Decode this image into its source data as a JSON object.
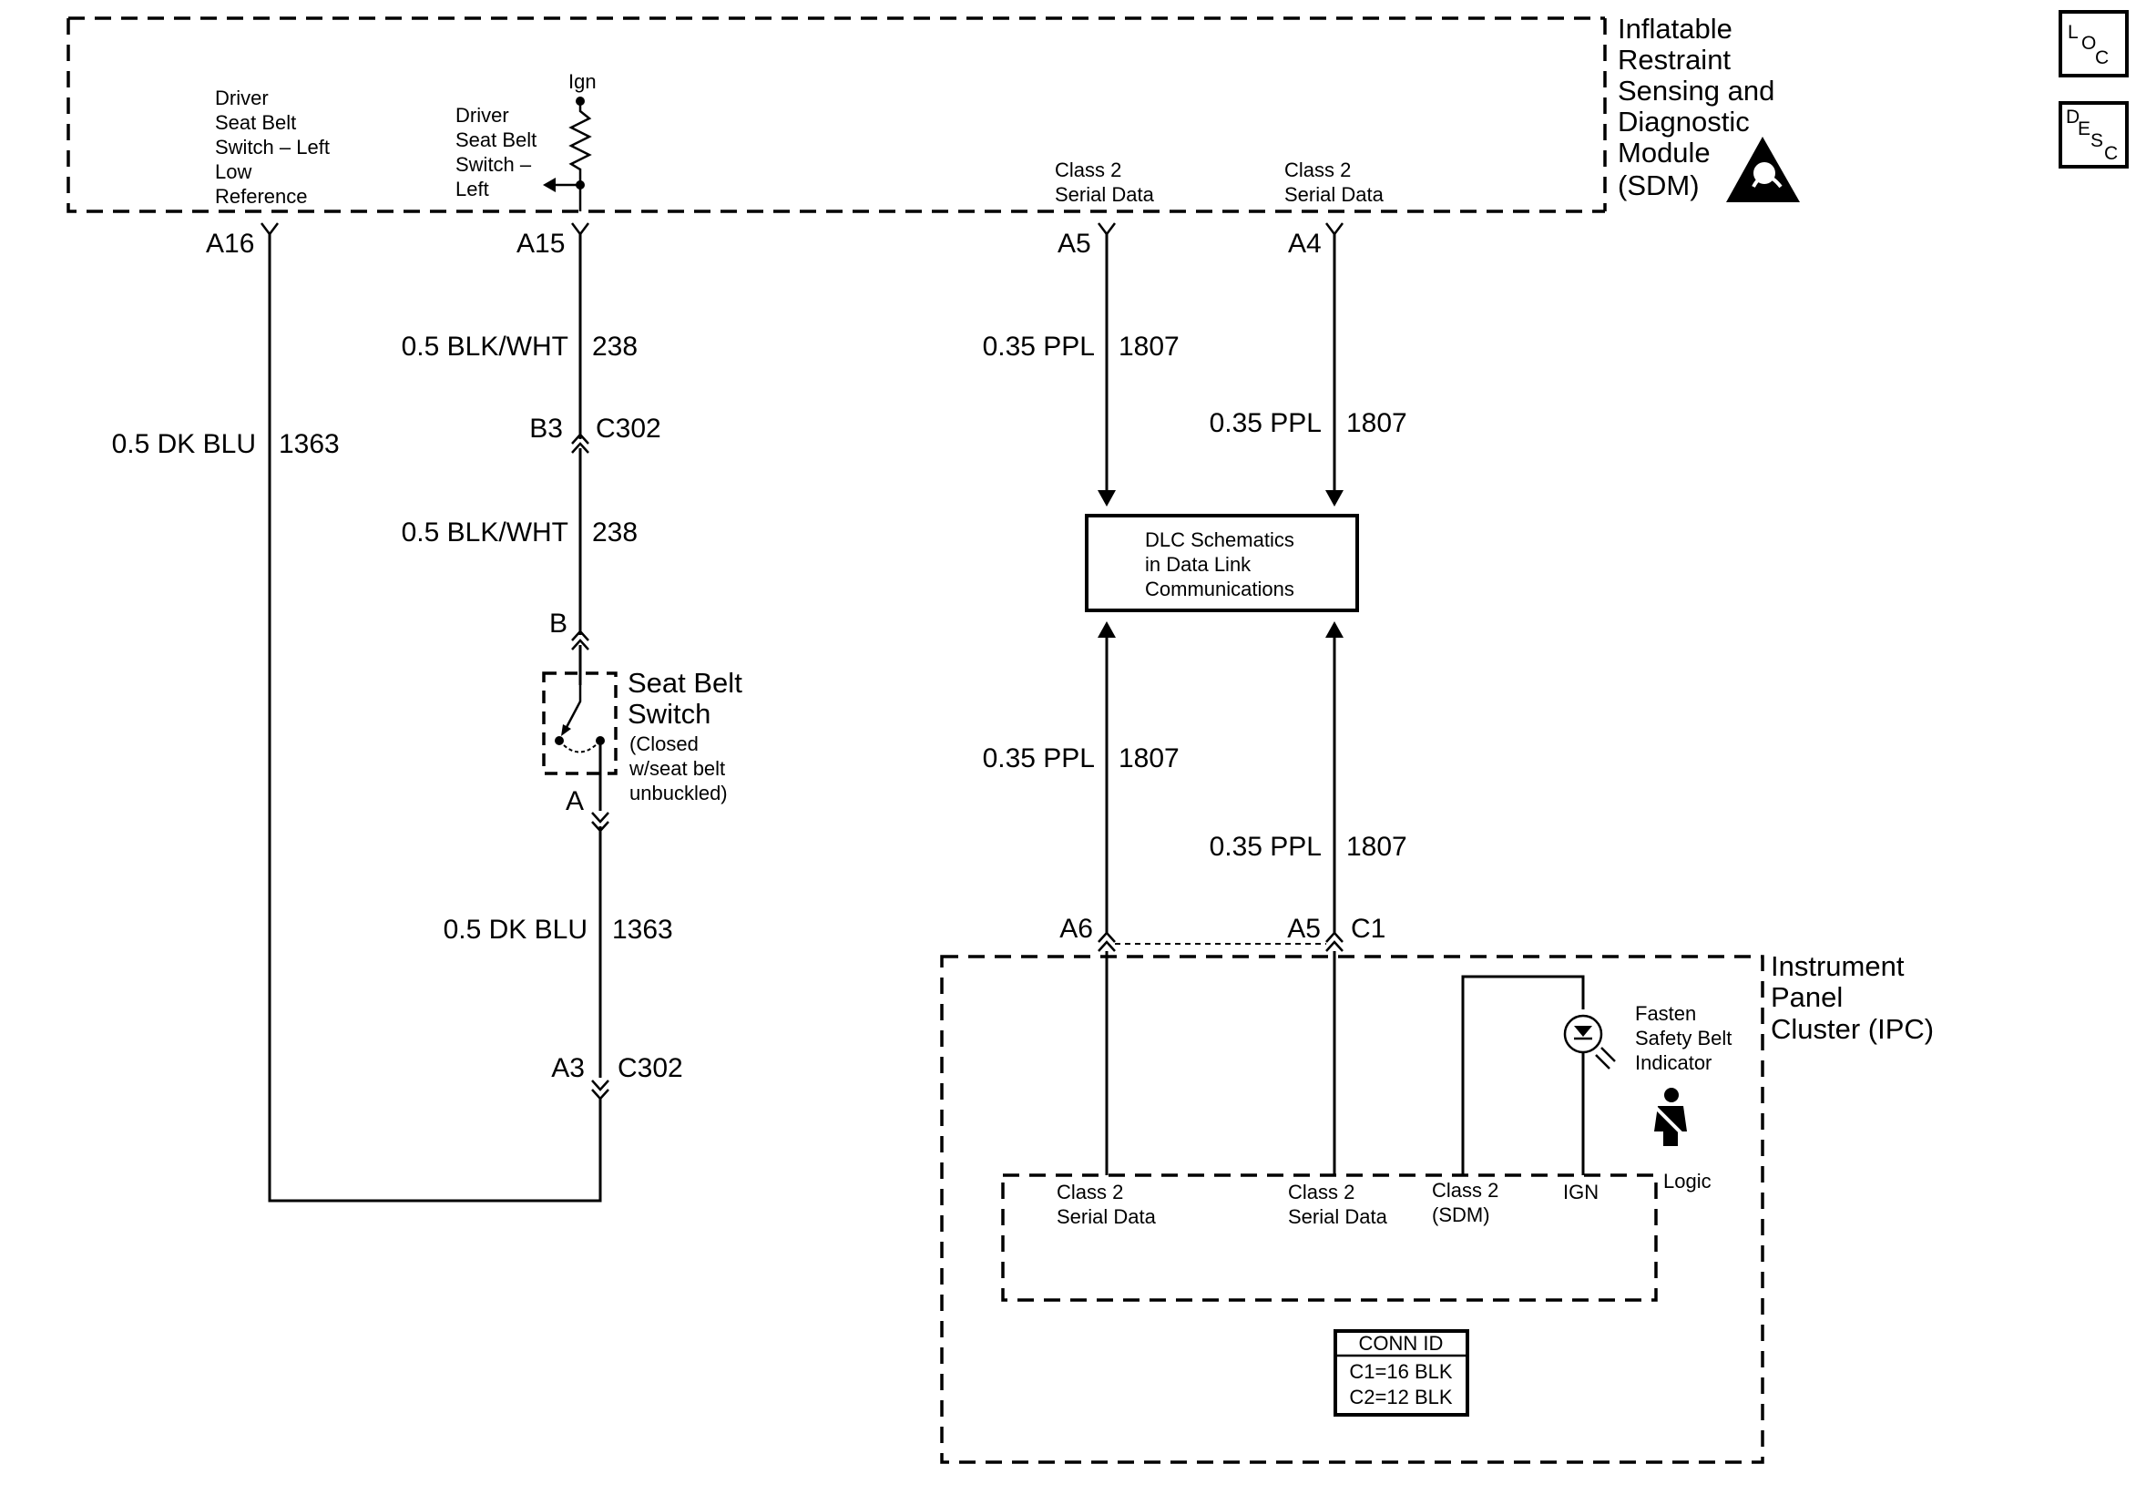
{
  "sdm": {
    "title": [
      "Inflatable",
      "Restraint",
      "Sensing and",
      "Diagnostic",
      "Module",
      "(SDM)"
    ],
    "ign_label": "Ign",
    "pin_a16_desc": [
      "Driver",
      "Seat Belt",
      "Switch – Left",
      "Low",
      "Reference"
    ],
    "pin_a15_desc": [
      "Driver",
      "Seat Belt",
      "Switch –",
      "Left"
    ],
    "pin_a5_desc": [
      "Class 2",
      "Serial Data"
    ],
    "pin_a4_desc": [
      "Class 2",
      "Serial Data"
    ],
    "pins": {
      "a16": "A16",
      "a15": "A15",
      "a5": "A5",
      "a4": "A4"
    }
  },
  "side_icons": {
    "loc": {
      "l": "L",
      "o": "O",
      "c": "C"
    },
    "desc": {
      "d": "D",
      "e": "E",
      "s": "S",
      "c": "C"
    }
  },
  "wires": {
    "w1363_left": {
      "gauge": "0.5 DK BLU",
      "circuit": "1363"
    },
    "w238_upper": {
      "gauge": "0.5 BLK/WHT",
      "circuit": "238"
    },
    "w238_lower": {
      "gauge": "0.5 BLK/WHT",
      "circuit": "238"
    },
    "w1363_lower": {
      "gauge": "0.5 DK BLU",
      "circuit": "1363"
    },
    "ppl_a5_upper": {
      "gauge": "0.35 PPL",
      "circuit": "1807"
    },
    "ppl_a4_upper": {
      "gauge": "0.35 PPL",
      "circuit": "1807"
    },
    "ppl_a6_lower": {
      "gauge": "0.35 PPL",
      "circuit": "1807"
    },
    "ppl_a5_lower": {
      "gauge": "0.35 PPL",
      "circuit": "1807"
    }
  },
  "connectors": {
    "b3": "B3",
    "c302_upper": "C302",
    "b": "B",
    "a": "A",
    "a3": "A3",
    "c302_lower": "C302",
    "a6": "A6",
    "a5_ipc": "A5",
    "c1": "C1"
  },
  "seat_belt_switch": {
    "title": [
      "Seat Belt",
      "Switch"
    ],
    "note": [
      "(Closed",
      "w/seat belt",
      "unbuckled)"
    ]
  },
  "dlc": {
    "lines": [
      "DLC Schematics",
      "in Data Link",
      "Communications"
    ]
  },
  "ipc": {
    "title": [
      "Instrument",
      "Panel",
      "Cluster (IPC)"
    ],
    "indicator": [
      "Fasten",
      "Safety Belt",
      "Indicator"
    ],
    "logic": "Logic",
    "logic_labels": {
      "sd1": [
        "Class 2",
        "Serial Data"
      ],
      "sd2": [
        "Class 2",
        "Serial Data"
      ],
      "sdm": [
        "Class 2",
        "(SDM)"
      ],
      "ign": "IGN"
    },
    "conn_id": {
      "title": "CONN ID",
      "c1": "C1=16 BLK",
      "c2": "C2=12 BLK"
    }
  }
}
